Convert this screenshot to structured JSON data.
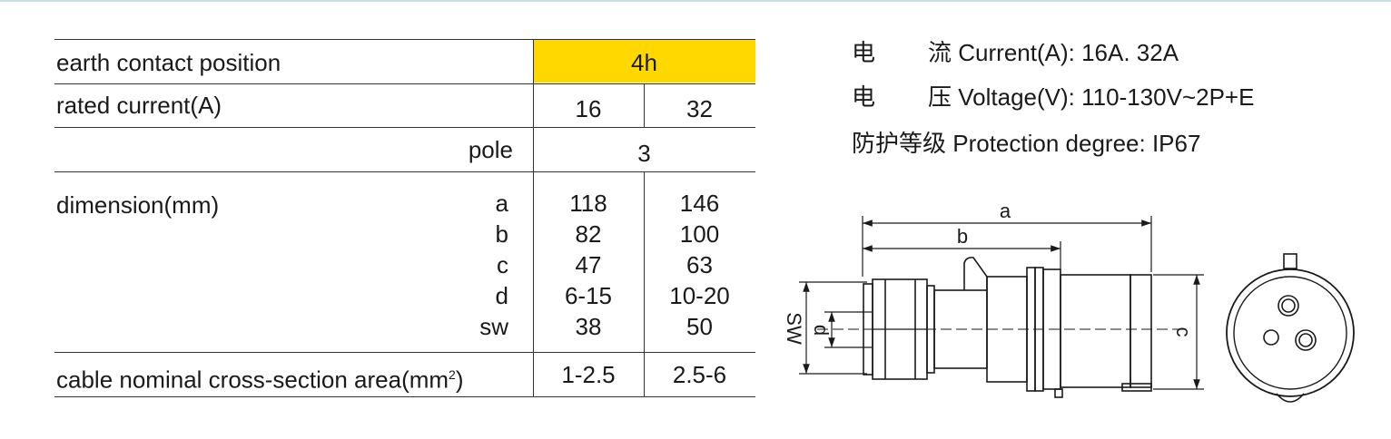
{
  "table": {
    "earth_label": "earth contact position",
    "earth_value": "4h",
    "current_label": "rated current(A)",
    "current_values": [
      "16",
      "32"
    ],
    "pole_label": "pole",
    "pole_value": "3",
    "dimension_label": "dimension(mm)",
    "dimension_keys": [
      "a",
      "b",
      "c",
      "d",
      "sw"
    ],
    "dimension_16": [
      "118",
      "82",
      "47",
      "6-15",
      "38"
    ],
    "dimension_32": [
      "146",
      "100",
      "63",
      "10-20",
      "50"
    ],
    "cable_label": "cable nominal cross-section area(mm",
    "cable_sup": "2",
    "cable_label_end": ")",
    "cable_values": [
      "1-2.5",
      "2.5-6"
    ]
  },
  "specs": {
    "current_cn1": "电",
    "current_cn2": "流",
    "current_text": "Current(A): 16A. 32A",
    "voltage_cn1": "电",
    "voltage_cn2": "压",
    "voltage_text": "Voltage(V): 110-130V~2P+E",
    "protection_cn": "防护等级",
    "protection_text": "Protection degree: IP67"
  },
  "drawing": {
    "label_a": "a",
    "label_b": "b",
    "label_c": "c",
    "label_d": "d",
    "label_sw": "SW"
  }
}
